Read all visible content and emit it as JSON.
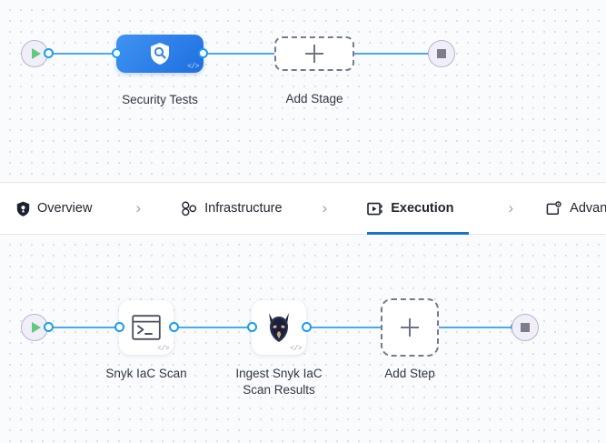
{
  "stage_canvas": {
    "start_node": {
      "name": "pipeline-start",
      "icon": "play-icon"
    },
    "end_node": {
      "name": "pipeline-end",
      "icon": "stop-icon"
    },
    "stage": {
      "label": "Security Tests",
      "icon": "shield-search-icon",
      "badge": "</>",
      "color": "#2f82ee"
    },
    "add_stage": {
      "label": "Add Stage",
      "icon": "plus-icon"
    }
  },
  "tabs": [
    {
      "label": "Overview",
      "icon": "shield-icon",
      "active": false
    },
    {
      "label": "Infrastructure",
      "icon": "node-cluster-icon",
      "active": false
    },
    {
      "label": "Execution",
      "icon": "play-box-icon",
      "active": true
    },
    {
      "label": "Advanced",
      "icon": "card-gear-icon",
      "active": false
    }
  ],
  "tab_separator": "›",
  "active_tab_underline_color": "#1a73c8",
  "step_canvas": {
    "start_node": {
      "name": "execution-start",
      "icon": "play-icon"
    },
    "end_node": {
      "name": "execution-end",
      "icon": "stop-icon"
    },
    "steps": [
      {
        "label": "Snyk IaC Scan",
        "icon": "terminal-icon",
        "badge": "</>"
      },
      {
        "label": "Ingest Snyk IaC Scan Results",
        "label_line1": "Ingest Snyk IaC",
        "label_line2": "Scan Results",
        "icon": "snyk-doberman-icon",
        "badge": "</>"
      }
    ],
    "add_step": {
      "label": "Add Step",
      "icon": "plus-icon"
    }
  },
  "colors": {
    "canvas_background": "#f9fbfd",
    "grid_dot": "#d4dbe6",
    "connector": "#4ca9f0",
    "port_ring": "#1a9cf0",
    "terminal_circle": "#f0eef8",
    "play_green": "#5fc97e",
    "stop_gray": "#7c7c8c",
    "dashed_border": "#76798f"
  }
}
